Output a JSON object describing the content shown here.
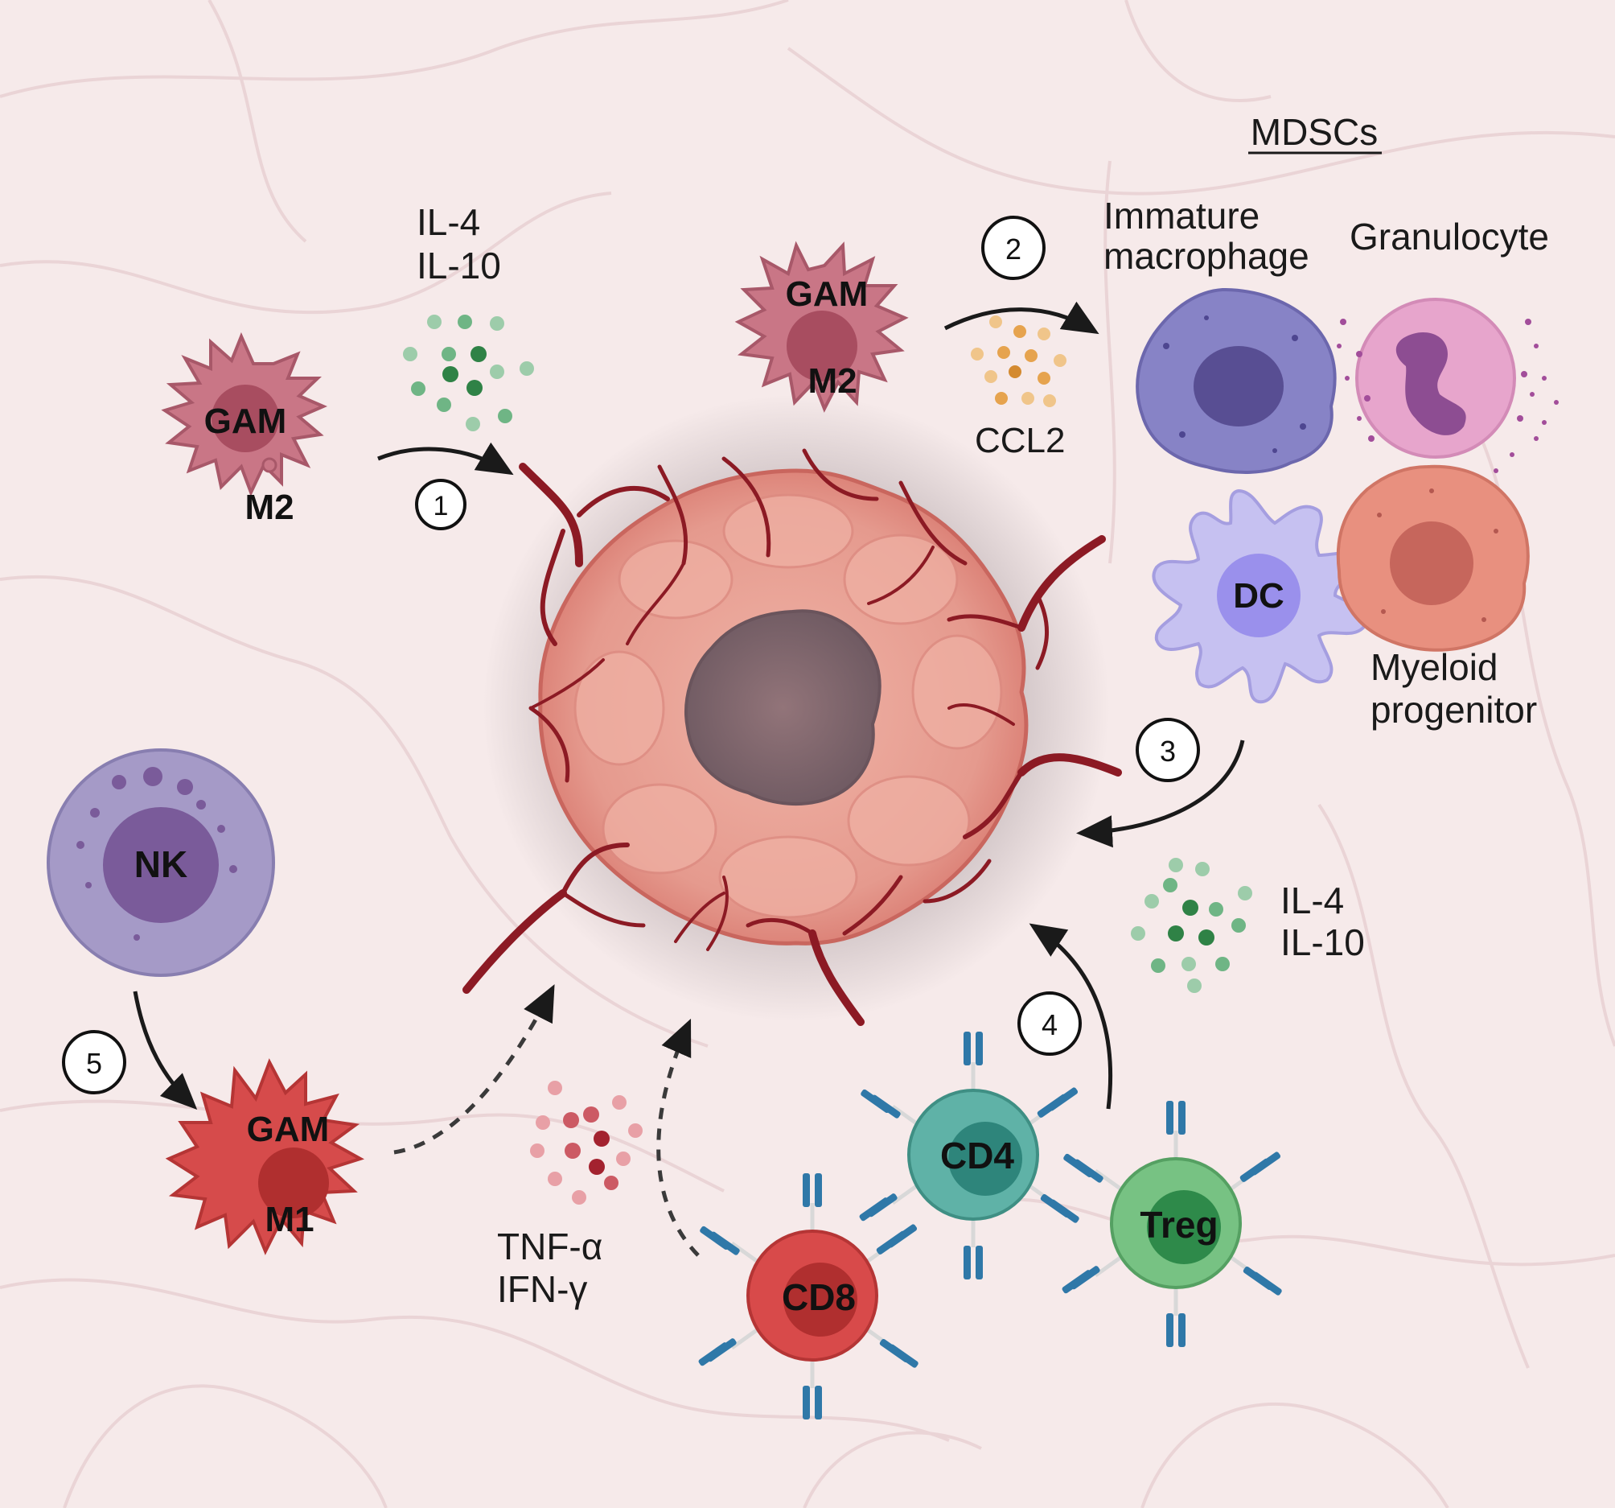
{
  "header": {
    "mdsc_title": "MDSCs"
  },
  "cells": {
    "gam_m2_left": {
      "top": "GAM",
      "bottom": "M2"
    },
    "gam_m2_top": {
      "top": "GAM",
      "bottom": "M2"
    },
    "gam_m1": {
      "top": "GAM",
      "bottom": "M1"
    },
    "nk": "NK",
    "dc": "DC",
    "cd4": "CD4",
    "cd8": "CD8",
    "treg": "Treg",
    "immature_macrophage": [
      "Immature",
      "macrophage"
    ],
    "granulocyte": "Granulocyte",
    "myeloid_progenitor": [
      "Myeloid",
      "progenitor"
    ]
  },
  "cytokines": {
    "top_left": [
      "IL-4",
      "IL-10"
    ],
    "ccl2": "CCL2",
    "right": [
      "IL-4",
      "IL-10"
    ],
    "bottom": [
      "TNF-α",
      "IFN-γ"
    ]
  },
  "steps": [
    "1",
    "2",
    "3",
    "4",
    "5"
  ],
  "colors": {
    "background": "#f6eaea",
    "vessel": "#8c1a24",
    "tumor": "#e4988c",
    "necrotic_core": "#8a6a72",
    "gam_m2": "#c97686",
    "gam_m1": "#d64b4b",
    "nk": "#a59ac7",
    "immature_macrophage": "#8783c6",
    "granulocyte": "#e7a5cc",
    "dc": "#c6c1f1",
    "myeloid_progenitor": "#e8907f",
    "cd4": "#5fb2a7",
    "cd8": "#d84a4a",
    "treg": "#77c283",
    "antibody": "#2f78a8",
    "il_dots": "#3f9a57",
    "ccl2_dots": "#e0a14a",
    "tnf_dots": "#cc5a64"
  }
}
